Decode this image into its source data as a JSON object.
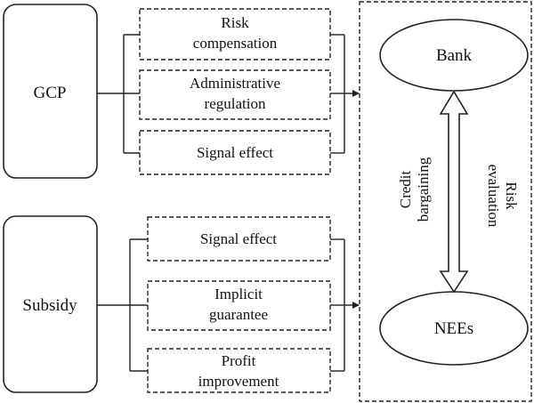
{
  "nodes": {
    "gcp": "GCP",
    "subsidy": "Subsidy",
    "bank": "Bank",
    "nees": "NEEs"
  },
  "gcp_mechanisms": {
    "risk_compensation": [
      "Risk",
      "compensation"
    ],
    "administrative_regulation": [
      "Administrative",
      "regulation"
    ],
    "signal_effect": "Signal effect"
  },
  "subsidy_mechanisms": {
    "signal_effect": "Signal effect",
    "implicit_guarantee": [
      "Implicit",
      "guarantee"
    ],
    "profit_improvement": [
      "Profit",
      "improvement"
    ]
  },
  "relation": {
    "credit_bargaining": [
      "Credit",
      "bargaining"
    ],
    "risk_evaluation": [
      "Risk",
      "evaluation"
    ]
  }
}
